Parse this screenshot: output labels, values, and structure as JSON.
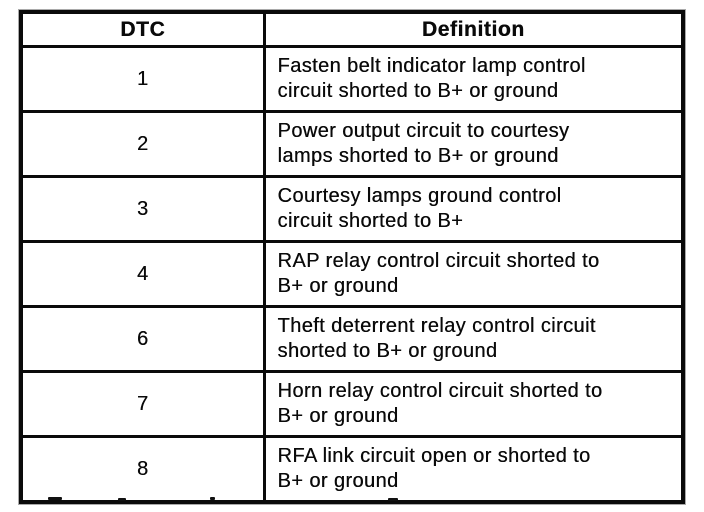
{
  "table": {
    "headers": {
      "dtc": "DTC",
      "definition": "Definition"
    },
    "rows": [
      {
        "dtc": "1",
        "lines": [
          "Fasten belt indicator lamp control",
          "circuit shorted to B+ or ground"
        ]
      },
      {
        "dtc": "2",
        "lines": [
          "Power output circuit to courtesy",
          "lamps shorted to B+ or ground"
        ]
      },
      {
        "dtc": "3",
        "lines": [
          "Courtesy lamps ground control",
          "circuit shorted to B+"
        ]
      },
      {
        "dtc": "4",
        "lines": [
          "RAP relay control circuit shorted to",
          "B+ or ground"
        ]
      },
      {
        "dtc": "6",
        "lines": [
          "Theft deterrent relay control circuit",
          "shorted to B+ or ground"
        ]
      },
      {
        "dtc": "7",
        "lines": [
          "Horn relay control circuit shorted to",
          "B+ or ground"
        ]
      },
      {
        "dtc": "8",
        "lines": [
          "RFA link circuit open or shorted to",
          "B+ or ground"
        ]
      }
    ],
    "colors": {
      "ink": "#0a0a0a",
      "paper": "#ffffff"
    }
  }
}
